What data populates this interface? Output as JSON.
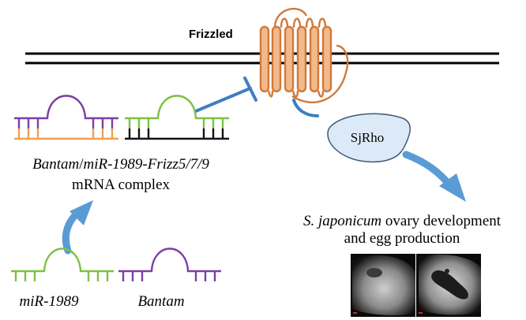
{
  "labels": {
    "receptor": "Frizzled",
    "complex_line1_part1": "Bantam",
    "complex_line1_sep": "/",
    "complex_line1_part2": "miR-1989-Frizz5/7/9",
    "complex_line2": "mRNA complex",
    "mirna": "miR-1989",
    "bantam": "Bantam",
    "effector": "SjRho",
    "outcome_species": "S. japonicum",
    "outcome_line1_rest": " ovary development",
    "outcome_line2": "and egg production"
  },
  "colors": {
    "receptor_orange": "#d07a3a",
    "receptor_fill": "#f2b98c",
    "rna_purple": "#7b3fa5",
    "rna_green": "#7cc242",
    "rna_orange": "#f0a050",
    "rna_black": "#111111",
    "arrow_blue": "#5b9bd5",
    "inhibit_blue": "#3f7fc1",
    "effector_fill": "#dce9f6",
    "effector_stroke": "#3c5b7a"
  },
  "icons": {
    "micrograph": "grayscale-ovary-micrograph",
    "scale_mark": "red-scale-bar"
  }
}
